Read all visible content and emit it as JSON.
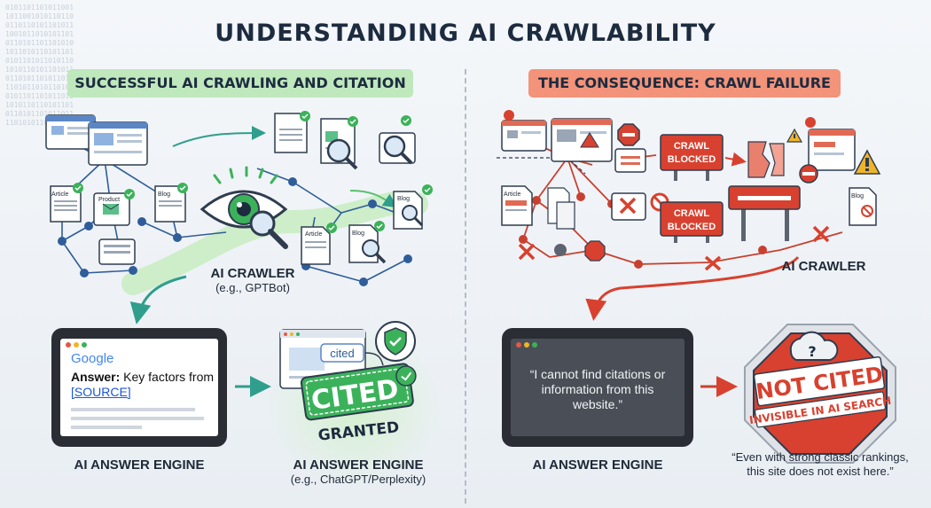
{
  "title": "UNDERSTANDING AI CRAWLABILITY",
  "binary_rows": [
    "0101101101011001",
    "1011001010110110",
    "0110110101101011",
    "1001011010101101",
    "0110101101101010",
    "1011010110101101",
    "0101101011010110",
    "1010110101101011",
    "0110101101011010",
    "1101011010110101",
    "0101101101011010",
    "1010110110101101",
    "0110101101011011",
    "1101010110110101"
  ],
  "left": {
    "header": "SUCCESSFUL AI CRAWLING AND CITATION",
    "page_labels": {
      "article": "Article",
      "product": "Product",
      "blog": "Blog",
      "article2": "Article",
      "blog2": "Blog",
      "blog3": "Blog"
    },
    "crawler_name": "AI CRAWLER",
    "crawler_example": "(e.g., GPTBot)",
    "google_logo": "Google",
    "answer_label": "Answer:",
    "answer_text": "Key factors from",
    "answer_source": "[SOURCE]",
    "engine_label": "AI ANSWER ENGINE",
    "cited_chip": "cited",
    "cited_stamp": "CITED",
    "granted": "GRANTED",
    "engine2_label": "AI ANSWER ENGINE",
    "engine2_example": "(e.g., ChatGPT/Perplexity)"
  },
  "right": {
    "header": "THE CONSEQUENCE: CRAWL FAILURE",
    "page_labels": {
      "article": "Article",
      "blog": "Blog"
    },
    "blocked_1": [
      "CRAWL",
      "BLOCKED"
    ],
    "blocked_2": [
      "CRAWL",
      "BLOCKED"
    ],
    "crawler_name": "AI CRAWLER",
    "engine_message": "“I cannot find citations or information from this website.”",
    "engine_label": "AI ANSWER ENGINE",
    "not_cited": "NOT CITED",
    "invisible": "INVISIBLE IN AI SEARCH",
    "footer_quote": "“Even with strong classic rankings, this site does not exist here.”"
  },
  "colors": {
    "green": "#3bb25a",
    "green_light": "#bfe8bd",
    "red": "#d8412f",
    "red_light": "#f2937a",
    "navy": "#1d2b3f",
    "link": "#1a56db"
  },
  "icons": [
    "web-page-icon",
    "check-badge-icon",
    "magnifier-icon",
    "eye-icon",
    "stop-sign-icon",
    "warning-icon",
    "x-mark-icon",
    "barrier-icon",
    "cloud-question-icon",
    "shield-check-icon"
  ]
}
